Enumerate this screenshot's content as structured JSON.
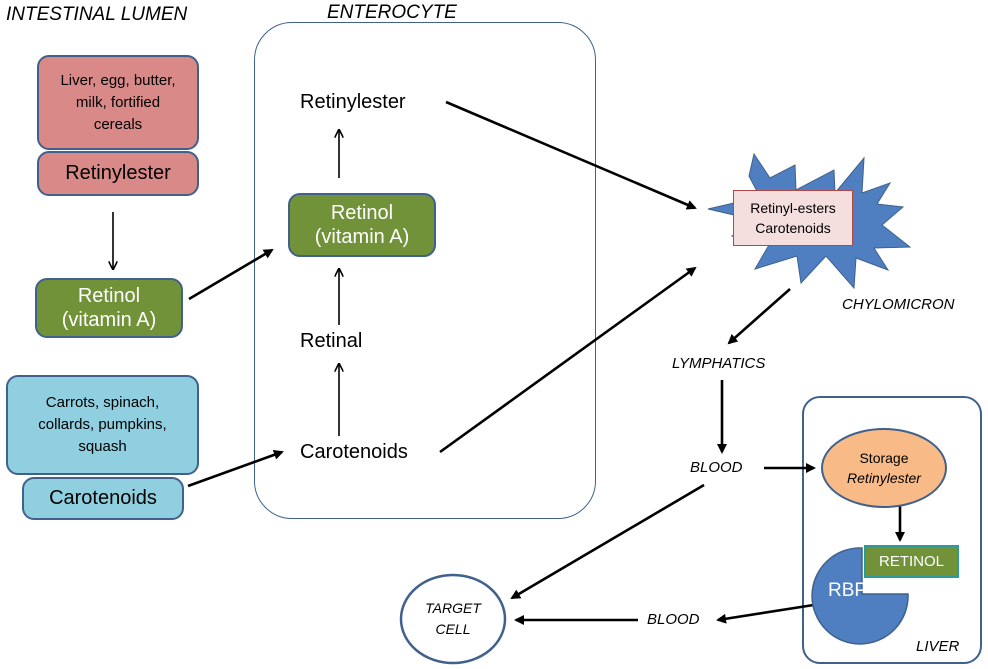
{
  "headings": {
    "intestinal_lumen": "INTESTINAL LUMEN",
    "enterocyte": "ENTEROCYTE",
    "chylomicron": "CHYLOMICRON",
    "liver": "LIVER"
  },
  "lumen": {
    "dairy_sources": "Liver, egg, butter, milk, fortified cereals",
    "retinylester": "Retinylester",
    "retinol_line1": "Retinol",
    "retinol_line2": "(vitamin A)",
    "veg_sources": "Carrots, spinach, collards, pumpkins, squash",
    "carotenoids": "Carotenoids"
  },
  "enterocyte": {
    "retinylester": "Retinylester",
    "retinol_line1": "Retinol",
    "retinol_line2": "(vitamin A)",
    "retinal": "Retinal",
    "carotenoids": "Carotenoids"
  },
  "chylomicron": {
    "line1": "Retinyl-esters",
    "line2": "Carotenoids"
  },
  "flow": {
    "lymphatics": "LYMPHATICS",
    "blood_upper": "BLOOD",
    "blood_lower": "BLOOD"
  },
  "liver": {
    "storage": "Storage",
    "storage_sub": "Retinylester",
    "retinol": "RETINOL",
    "rbp": "RBP"
  },
  "target": {
    "line1": "TARGET",
    "line2": "CELL"
  },
  "colors": {
    "pink": "#d98a88",
    "green": "#72923a",
    "teal": "#8fcfe0",
    "star": "#4f7fc0",
    "orange": "#f8bb88",
    "border": "#3f618c"
  }
}
